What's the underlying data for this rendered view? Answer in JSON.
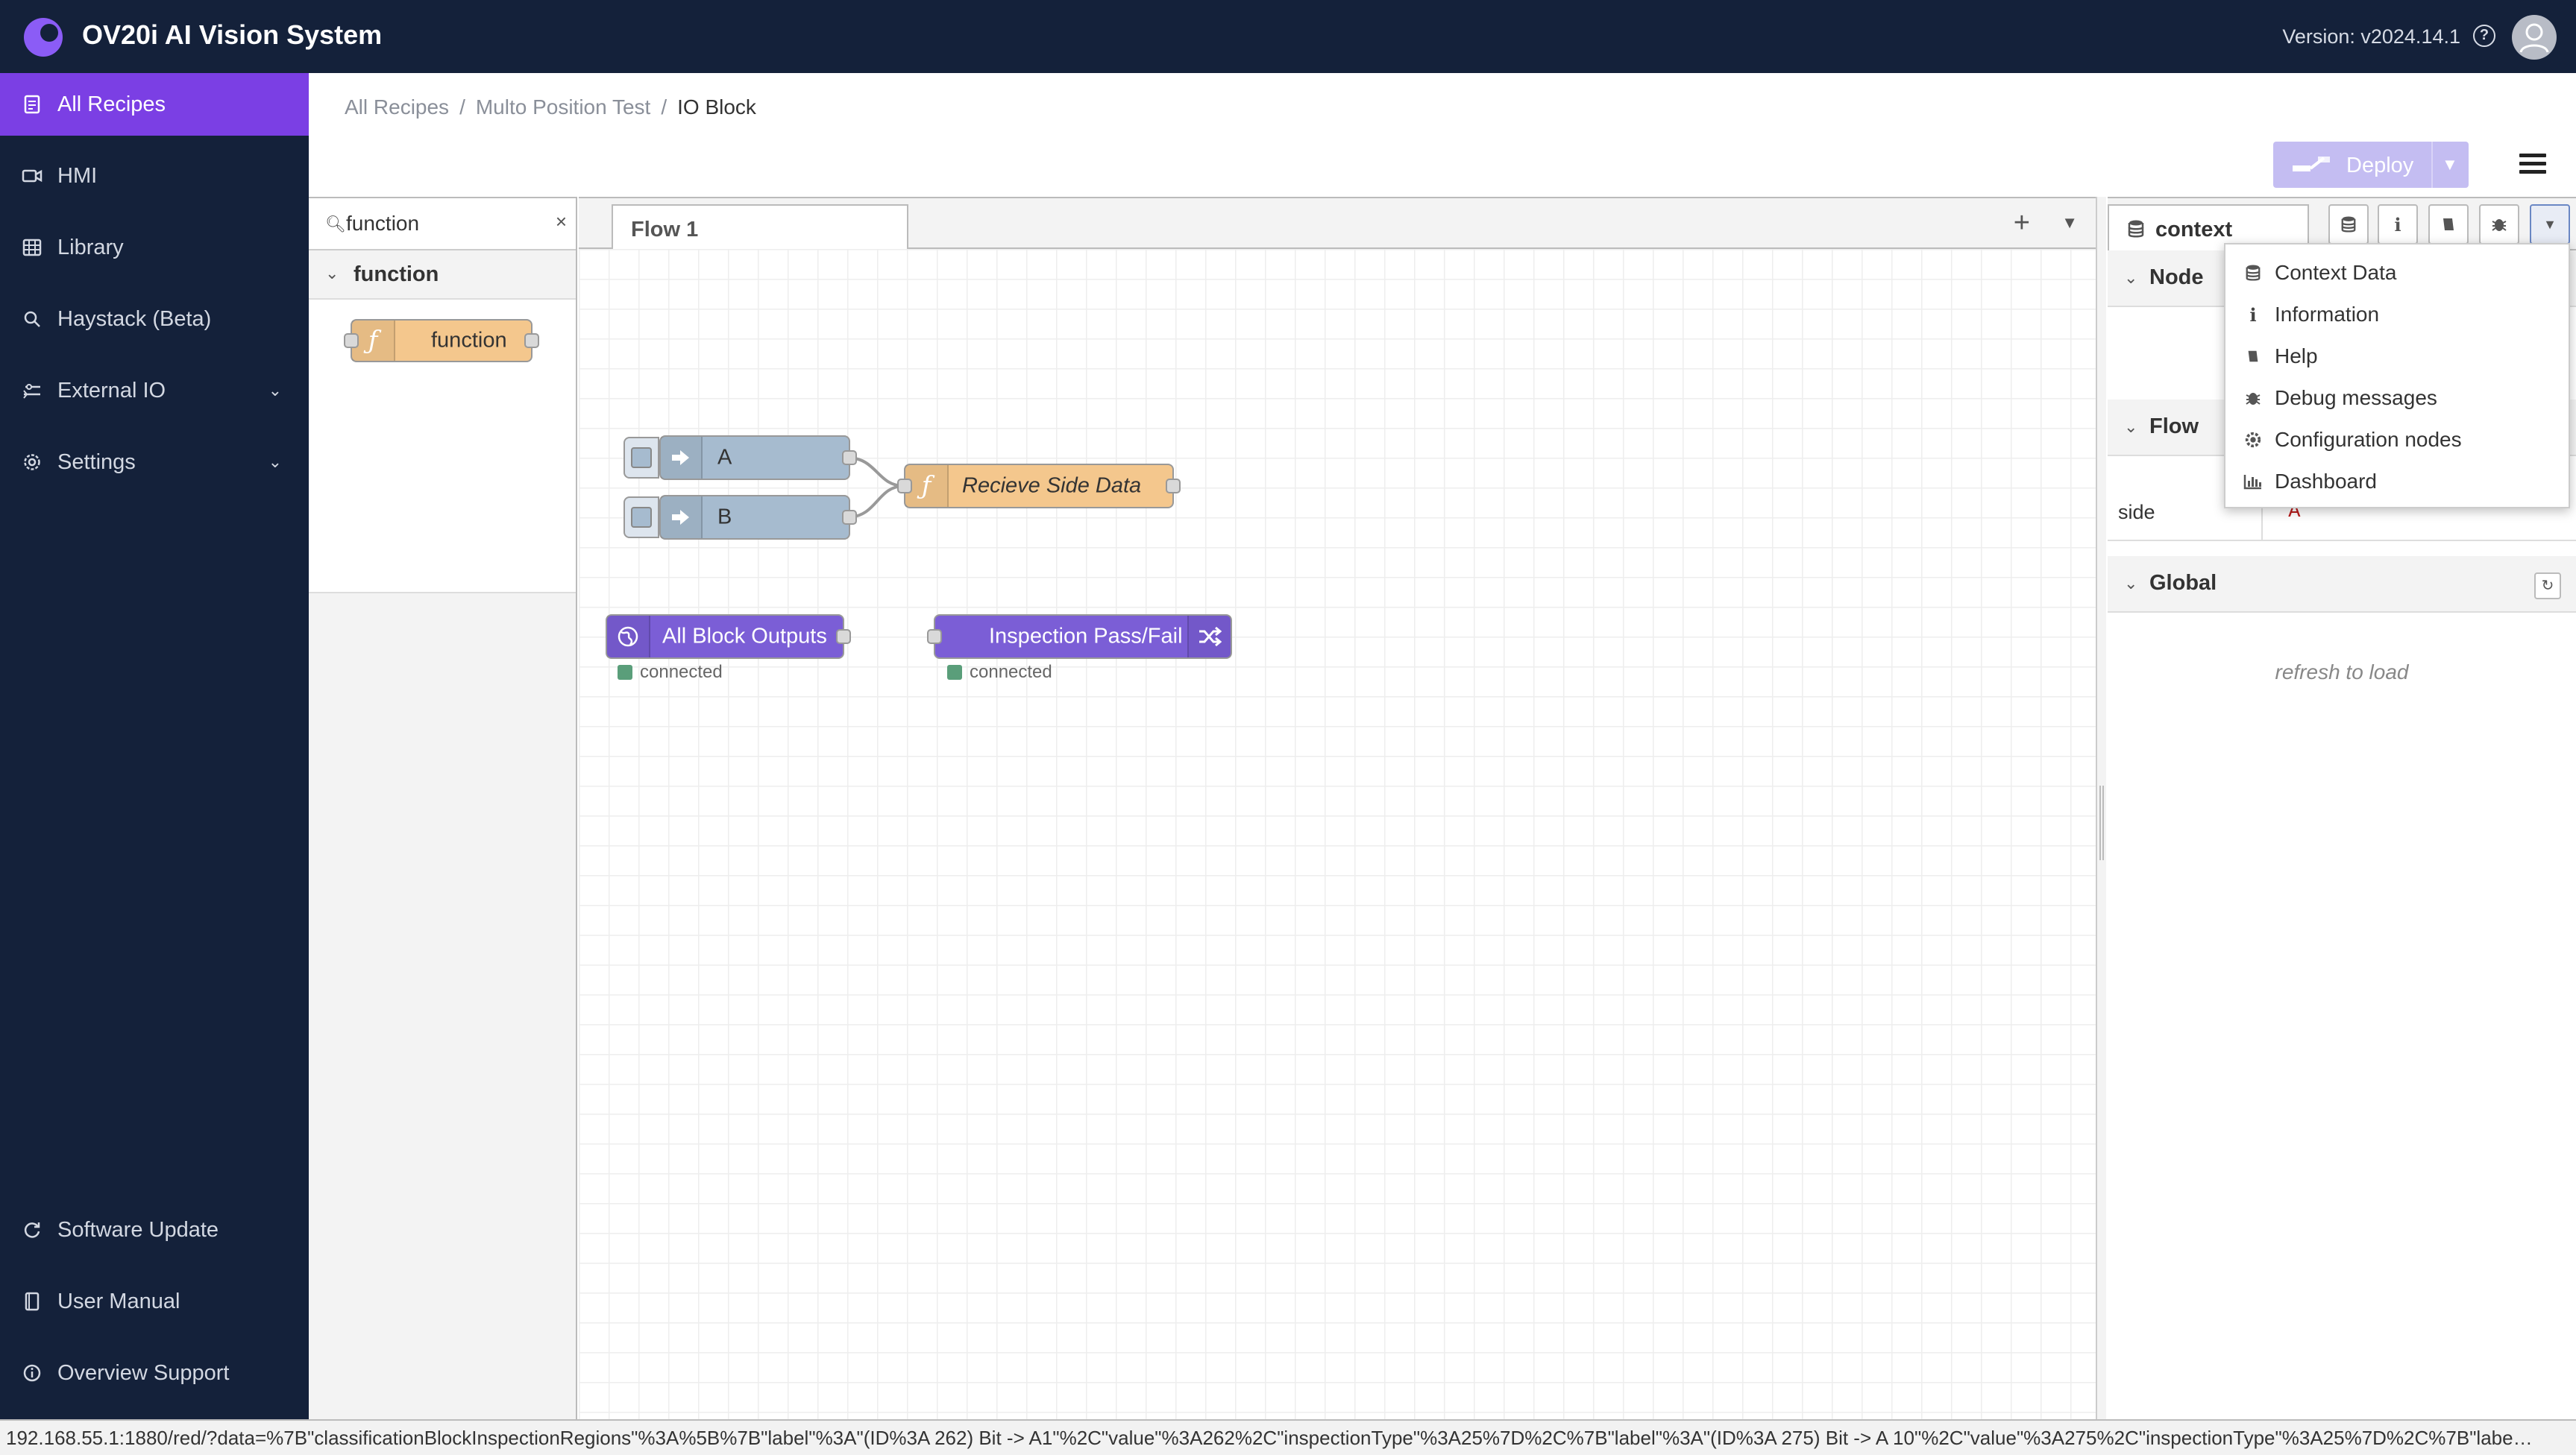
{
  "app": {
    "title": "OV20i AI Vision System",
    "version": "Version: v2024.14.1"
  },
  "colors": {
    "topbar": "#14213a",
    "accent": "#7b3fe4",
    "function_node": "#f4c78d",
    "link_node": "#a6bbcf",
    "output_node": "#7b5ed6",
    "status_ok": "#5a9e7a"
  },
  "sidebar": {
    "items": [
      {
        "label": "All Recipes",
        "icon": "document-icon",
        "active": true
      },
      {
        "label": "HMI",
        "icon": "video-icon"
      },
      {
        "label": "Library",
        "icon": "grid-icon"
      },
      {
        "label": "Haystack (Beta)",
        "icon": "search-icon"
      },
      {
        "label": "External IO",
        "icon": "io-icon",
        "expandable": true
      },
      {
        "label": "Settings",
        "icon": "gear-icon",
        "expandable": true
      }
    ],
    "bottom_items": [
      {
        "label": "Software Update",
        "icon": "refresh-icon"
      },
      {
        "label": "User Manual",
        "icon": "book-icon"
      },
      {
        "label": "Overview Support",
        "icon": "info-icon"
      }
    ]
  },
  "breadcrumb": {
    "items": [
      "All Recipes",
      "Multo Position Test",
      "IO Block"
    ],
    "separator": "/"
  },
  "toolbar": {
    "deploy_label": "Deploy"
  },
  "palette": {
    "search_value": "function",
    "category": "function",
    "nodes": [
      {
        "label": "function",
        "icon": "function-icon"
      }
    ]
  },
  "workspace": {
    "tabs": [
      {
        "label": "Flow 1"
      }
    ],
    "nodes": {
      "a": {
        "label": "A",
        "type": "link-in"
      },
      "b": {
        "label": "B",
        "type": "link-in"
      },
      "fn": {
        "label": "Recieve Side Data",
        "type": "function"
      },
      "out1": {
        "label": "All Block Outputs",
        "type": "output",
        "status": "connected"
      },
      "out2": {
        "label": "Inspection Pass/Fail",
        "type": "switch",
        "status": "connected"
      }
    }
  },
  "right_panel": {
    "active_tab": "context",
    "sections": {
      "node": "Node",
      "flow": "Flow",
      "global": "Global"
    },
    "flow_vars": [
      {
        "key": "side",
        "value": "\"A\""
      }
    ],
    "global_hint": "refresh to load"
  },
  "menu": {
    "items": [
      {
        "label": "Context Data",
        "icon": "database-icon"
      },
      {
        "label": "Information",
        "icon": "info-icon"
      },
      {
        "label": "Help",
        "icon": "book-icon"
      },
      {
        "label": "Debug messages",
        "icon": "bug-icon"
      },
      {
        "label": "Configuration nodes",
        "icon": "gear-icon"
      },
      {
        "label": "Dashboard",
        "icon": "bar-chart-icon"
      }
    ]
  },
  "status_url": "192.168.55.1:1880/red/?data=%7B\"classificationBlockInspectionRegions\"%3A%5B%7B\"label\"%3A\"(ID%3A 262) Bit -> A1\"%2C\"value\"%3A262%2C\"inspectionType\"%3A25%7D%2C%7B\"label\"%3A\"(ID%3A 275) Bit -> A 10\"%2C\"value\"%3A275%2C\"inspectionType\"%3A25%7D%2C%7B\"label\"%..."
}
